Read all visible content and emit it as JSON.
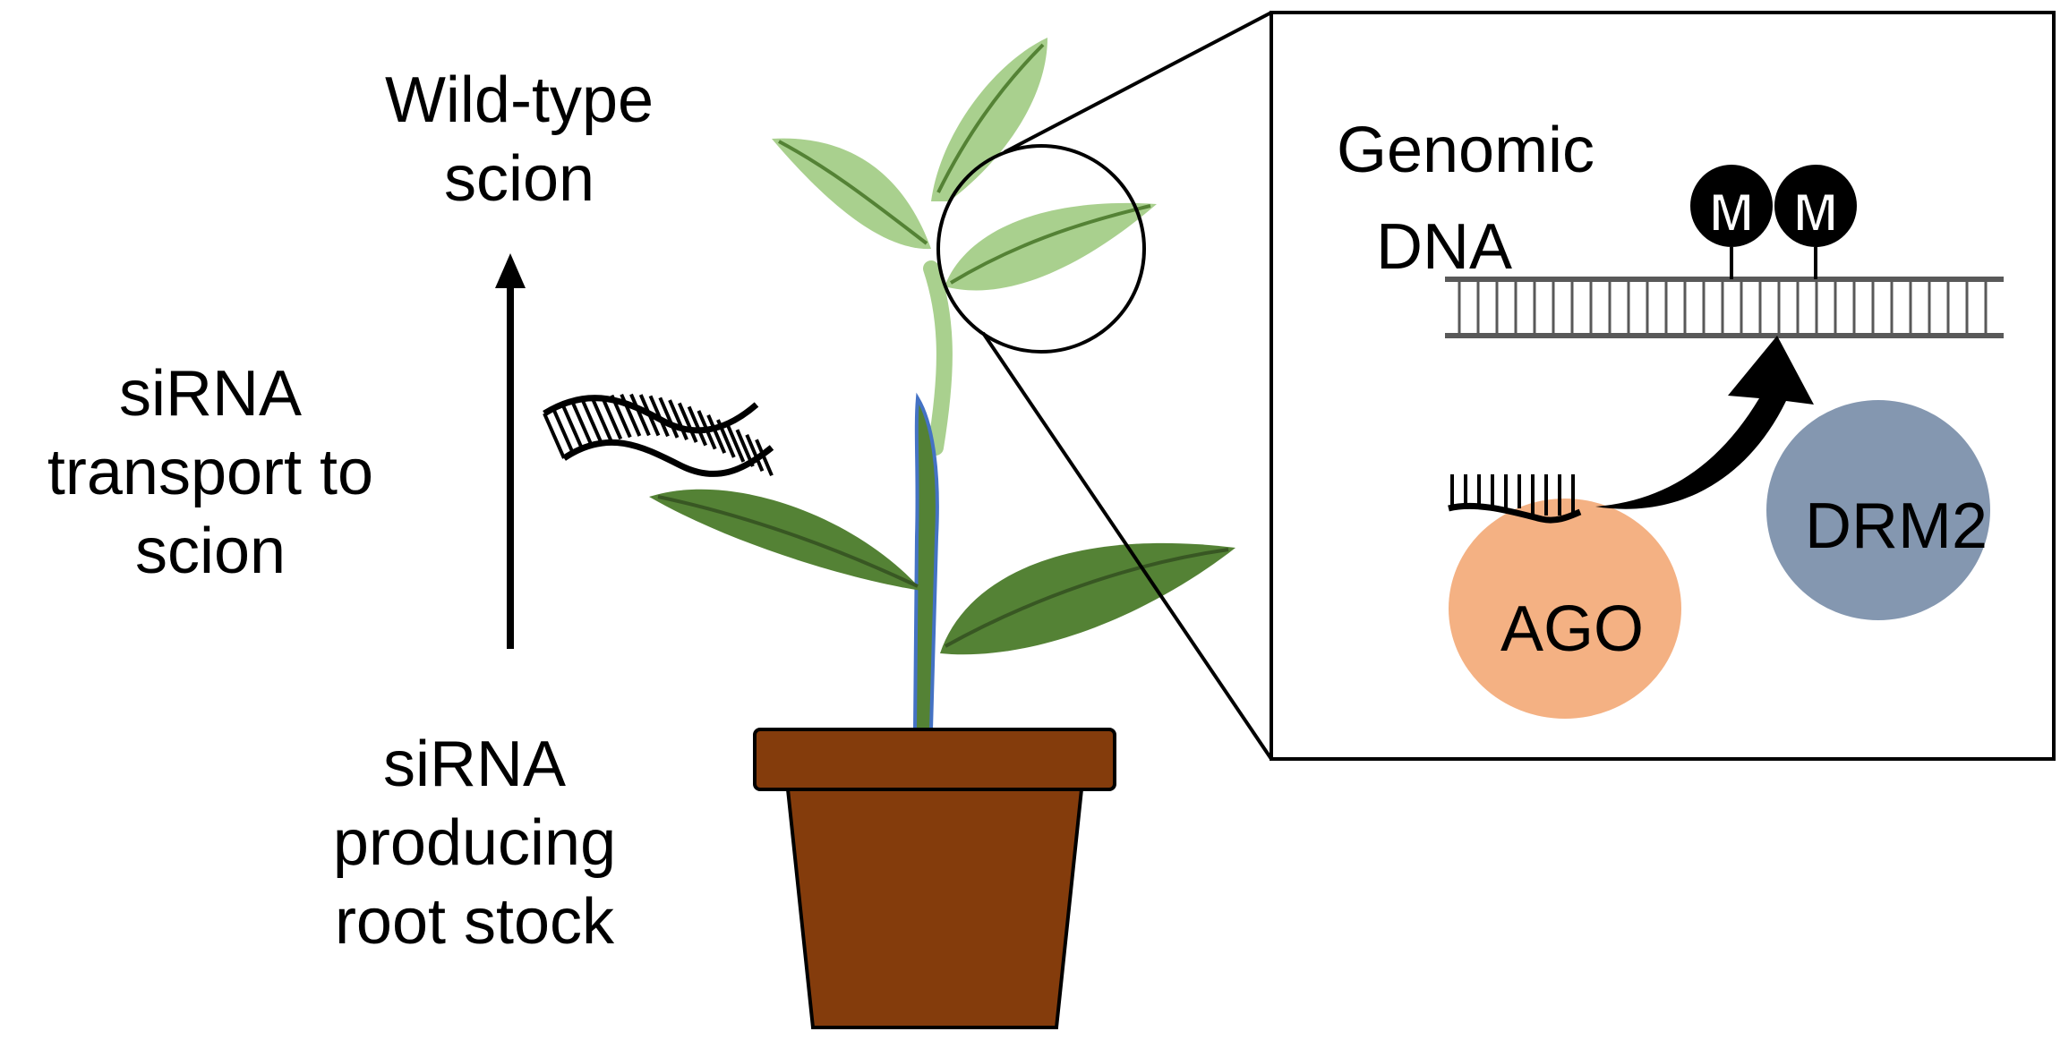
{
  "labels": {
    "scion_line1": "Wild-type",
    "scion_line2": "scion",
    "transport_line1": "siRNA",
    "transport_line2": "transport to",
    "transport_line3": "scion",
    "rootstock_line1": "siRNA",
    "rootstock_line2": "producing",
    "rootstock_line3": "root stock"
  },
  "inset": {
    "dna_line1": "Genomic",
    "dna_line2": "DNA",
    "methyl_mark": "M",
    "ago": "AGO",
    "drm2": "DRM2"
  },
  "colors": {
    "light_leaf": "#a9d08e",
    "dark_leaf": "#548235",
    "stem_outline": "#4472c4",
    "pot": "#843c0c",
    "ago": "#f4b183",
    "drm2": "#8497b0",
    "dna": "#595959"
  }
}
